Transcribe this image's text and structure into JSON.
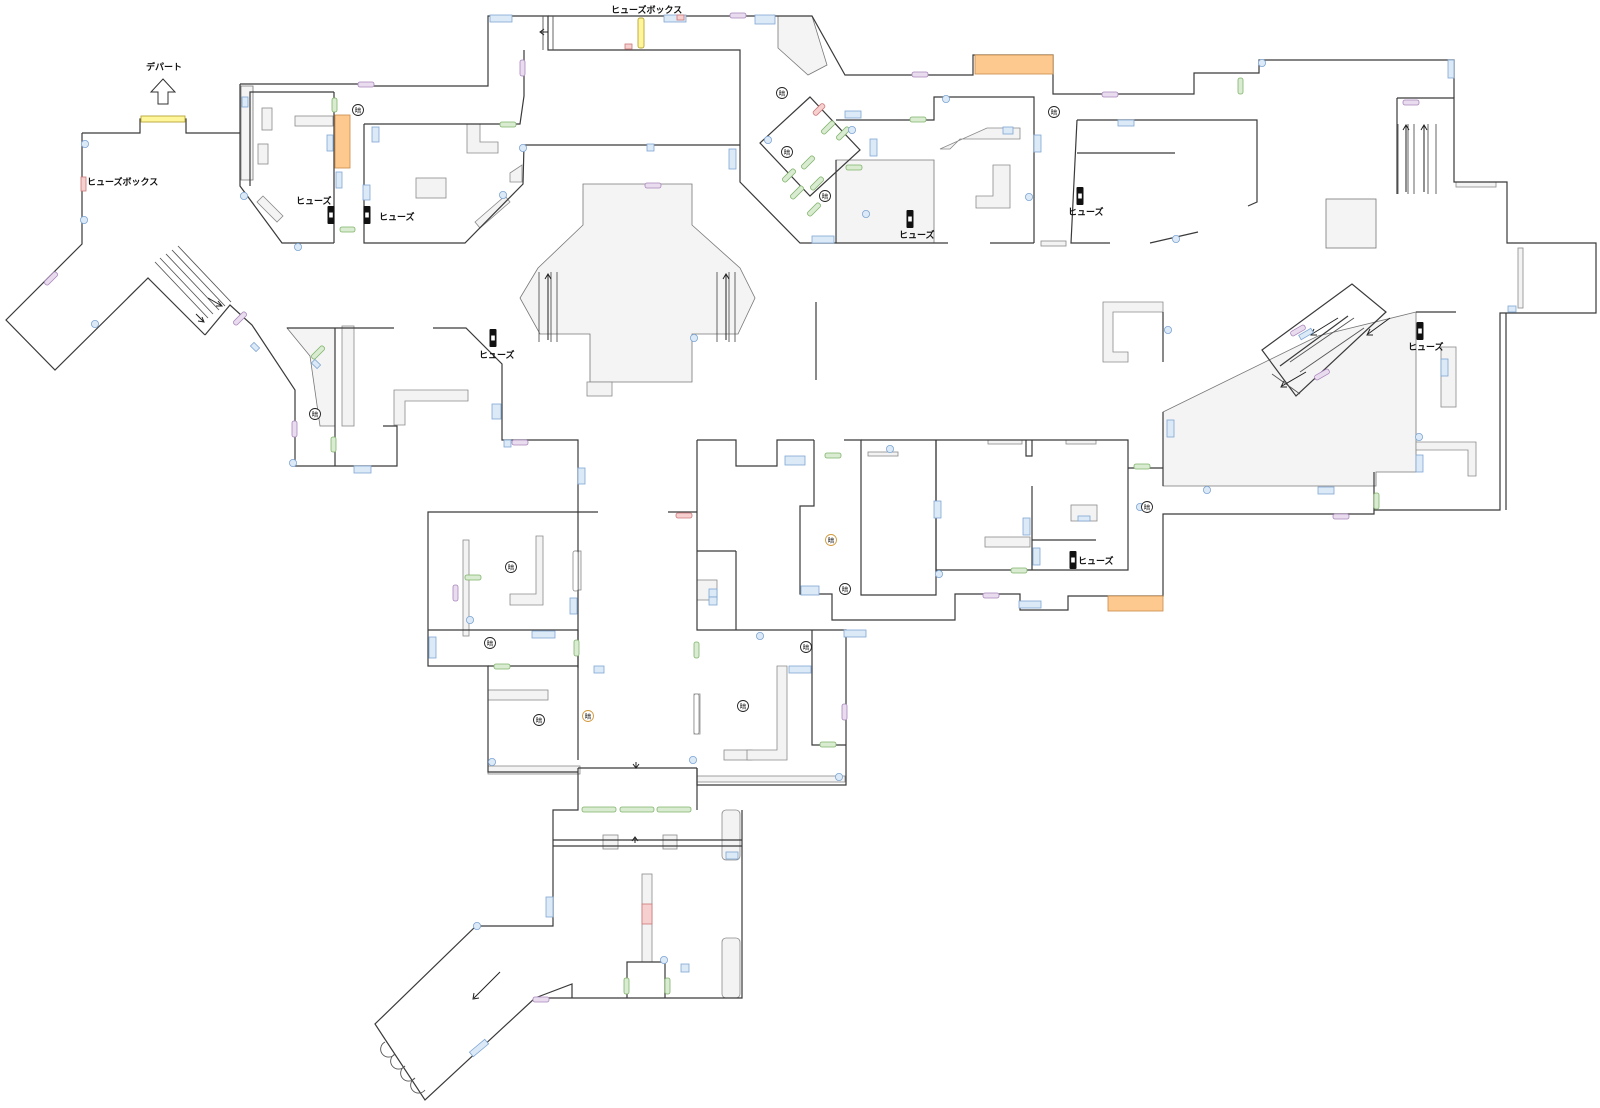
{
  "map": {
    "labels": {
      "depart": "デパート",
      "fusebox_top": "ヒューズボックス",
      "fusebox_left": "ヒューズボックス",
      "fuse": "ヒューズ"
    },
    "dark_mark": "暗",
    "colors": {
      "wall": "#3a3a3a",
      "furniture_fill": "#f3f3f3",
      "window_blue_fill": "#dce9f7",
      "window_blue_stroke": "#7fa6d3",
      "door_green_fill": "#d9ecd2",
      "door_green_stroke": "#7fb36a",
      "door_purple_fill": "#eadcef",
      "door_purple_stroke": "#a885bb",
      "door_red_fill": "#f6cfcf",
      "door_red_stroke": "#cc7777",
      "shutter_yellow_fill": "#fff59a",
      "shutter_yellow_stroke": "#b9a63a",
      "orange_fill": "#fdc98f",
      "orange_stroke": "#c98a45",
      "dark_mark_orange": "#d39a3c",
      "fuse_icon": "#111111"
    },
    "icons": [
      "fuse-icon",
      "fusebox-icon",
      "dark-spot-icon",
      "exit-arrow-icon",
      "camera-icon",
      "stair-arrow-icon"
    ]
  }
}
